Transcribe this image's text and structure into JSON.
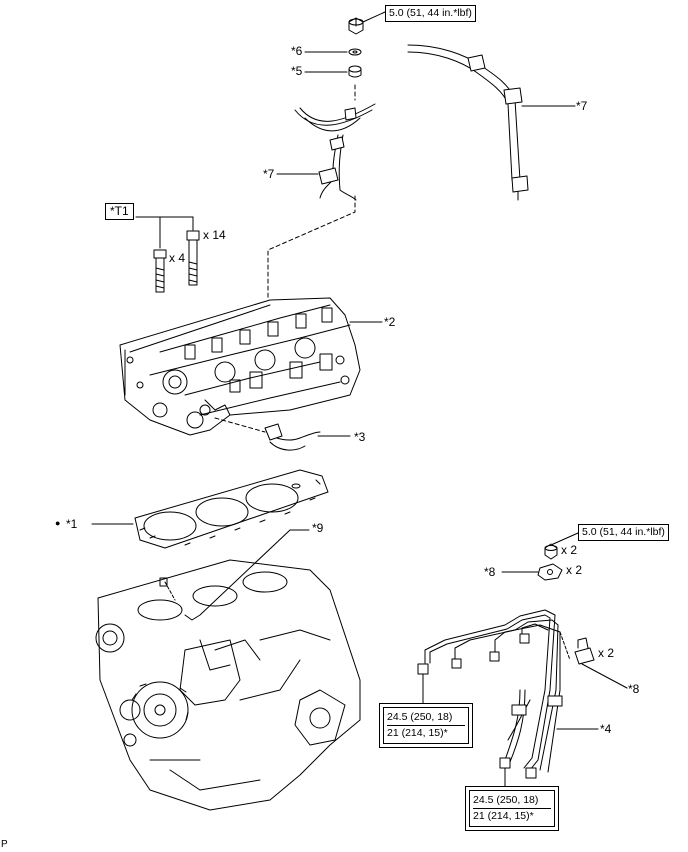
{
  "torque": {
    "nut_top": "5.0 (51, 44 in.*lbf)",
    "nut_bracket": "5.0 (51, 44 in.*lbf)",
    "pipe_a_1": "24.5 (250, 18)",
    "pipe_a_2": "21 (214, 15)*",
    "pipe_b_1": "24.5 (250, 18)",
    "pipe_b_2": "21 (214, 15)*"
  },
  "labels": {
    "p6": "*6",
    "p5": "*5",
    "p7a": "*7",
    "p7b": "*7",
    "t1": "*T1",
    "x14": "x 14",
    "x4": "x 4",
    "p2": "*2",
    "p3": "*3",
    "p1_bullet": "●",
    "p1": "*1",
    "p9": "*9",
    "x2_nut": "x 2",
    "p8a": "*8",
    "x2_bracket": "x 2",
    "x2_clamp": "x 2",
    "p8b": "*8",
    "p4": "*4",
    "footer_code": "P"
  }
}
